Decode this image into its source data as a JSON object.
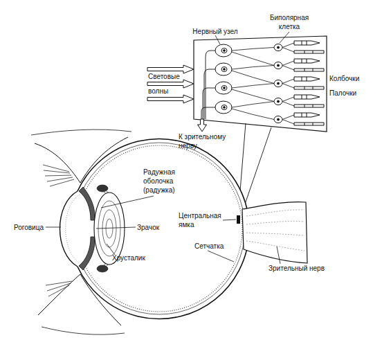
{
  "diagram": {
    "labels": [
      "Нервный узел",
      "Биполярная клетка",
      "Световые волны",
      "Колбочки",
      "Палочки",
      "К зрительному нерву",
      "Радужная оболочка (радужка)",
      "Роговица",
      "Зрачок",
      "Центральная ямка",
      "Сетчатка",
      "Хрусталик",
      "Зрительный нерв"
    ]
  }
}
